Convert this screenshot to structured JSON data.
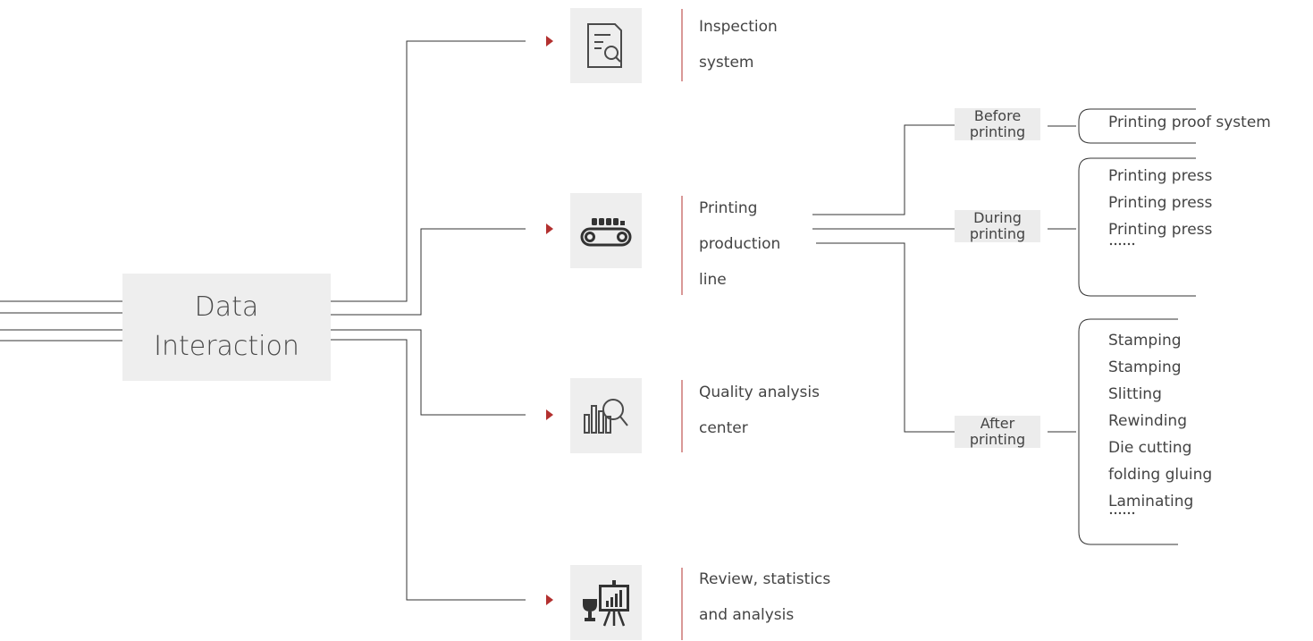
{
  "center": {
    "line1": "Data",
    "line2": "Interaction"
  },
  "branches": [
    {
      "icon": "document-search-icon",
      "lines": [
        "Inspection",
        "system"
      ]
    },
    {
      "icon": "conveyor-belt-icon",
      "lines": [
        "Printing",
        "production",
        "line"
      ]
    },
    {
      "icon": "bar-chart-magnifier-icon",
      "lines": [
        "Quality analysis",
        "center"
      ]
    },
    {
      "icon": "presentation-board-trophy-icon",
      "lines": [
        "Review, statistics",
        "and analysis"
      ]
    }
  ],
  "stages": [
    {
      "line1": "Before",
      "line2": "printing",
      "items": [
        "Printing proof system"
      ]
    },
    {
      "line1": "During",
      "line2": "printing",
      "items": [
        "Printing press",
        "Printing press",
        "Printing press"
      ]
    },
    {
      "line1": "After",
      "line2": "printing",
      "items": [
        "Stamping",
        "Stamping",
        "Slitting",
        "Rewinding",
        "Die cutting",
        "folding gluing",
        "Laminating"
      ]
    }
  ],
  "colors": {
    "accent": "#b3302f",
    "box": "#eeeeee",
    "line": "#333333"
  }
}
